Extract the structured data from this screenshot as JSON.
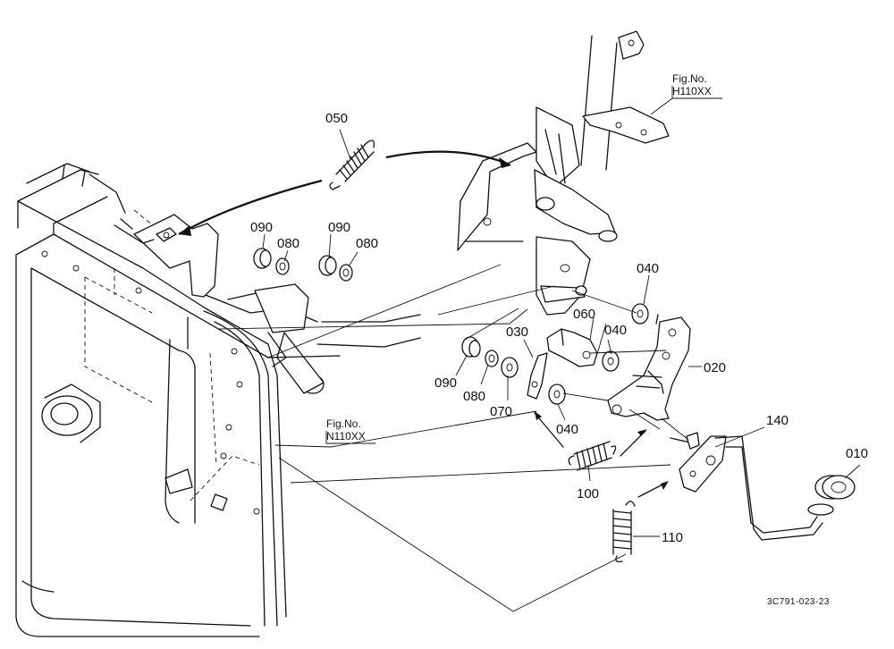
{
  "callouts": {
    "p010": "010",
    "p020": "020",
    "p030": "030",
    "p040a": "040",
    "p040b": "040",
    "p040c": "040",
    "p050": "050",
    "p060": "060",
    "p070": "070",
    "p080a": "080",
    "p080b": "080",
    "p080c": "080",
    "p090a": "090",
    "p090b": "090",
    "p090c": "090",
    "p100": "100",
    "p110": "110",
    "p140": "140"
  },
  "references": {
    "fig_h_caption": "Fig.No.",
    "fig_h_number": "H110XX",
    "fig_n_caption": "Fig.No.",
    "fig_n_number": "N110XX"
  },
  "drawing_number": "3C791-023-23"
}
